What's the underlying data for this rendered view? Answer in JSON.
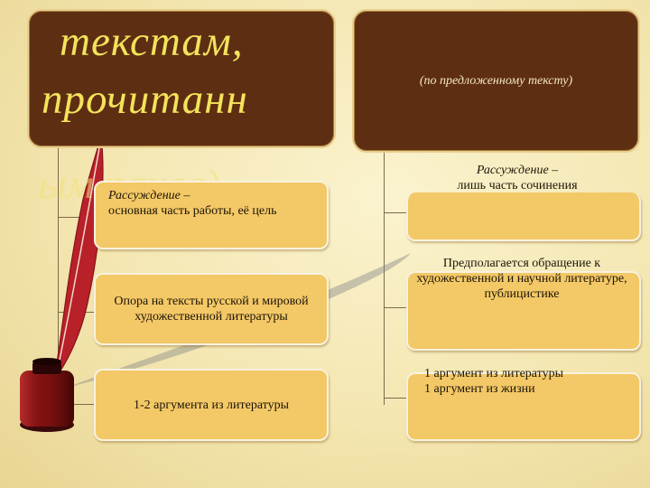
{
  "left_header": {
    "line1": "текстам,",
    "line2": "прочитанн",
    "line3": "ым ранее)"
  },
  "right_header": {
    "subtitle": "(по предложенному тексту)"
  },
  "left_cards": [
    {
      "label_italic": "Рассуждение –",
      "label_rest": "основная часть работы, её цель"
    },
    {
      "label": "Опора на тексты русской и мировой художественной литературы"
    },
    {
      "label": "1-2 аргумента из литературы"
    }
  ],
  "right_items": [
    {
      "label_italic": "Рассуждение –",
      "label_rest": "лишь часть сочинения"
    },
    {
      "label": "Предполагается обращение к художественной и научной литературе, публицистике"
    },
    {
      "line1": "1 аргумент из литературы",
      "line2": "1 аргумент из жизни"
    }
  ]
}
